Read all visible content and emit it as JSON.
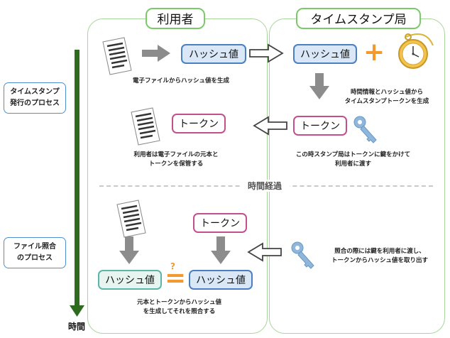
{
  "panels": {
    "user_title": "利用者",
    "tsa_title": "タイムスタンプ局"
  },
  "processes": {
    "issue": "タイムスタンプ\n発行のプロセス",
    "verify": "ファイル照合\nのプロセス"
  },
  "boxes": {
    "hash_user_top": "ハッシュ値",
    "hash_tsa": "ハッシュ値",
    "token_tsa": "トークン",
    "token_user": "トークン",
    "token_verify": "トークン",
    "hash_verify_left": "ハッシュ値",
    "hash_verify_right": "ハッシュ値"
  },
  "captions": {
    "c1": "電子ファイルからハッシュ値を生成",
    "c2": "時間情報とハッシュ値から\nタイムスタンプトークンを生成",
    "c3": "利用者は電子ファイルの元本と\nトークンを保管する",
    "c4": "この時スタンプ局はトークンに鍵をかけて\n利用者に渡す",
    "c5": "照合の際には鍵を利用者に渡し、\nトークンからハッシュ値を取り出す",
    "c6": "元本とトークンからハッシュ値\nを生成してそれを照合する"
  },
  "divider": {
    "label": "時間経過"
  },
  "timeline": {
    "label": "時間"
  },
  "symbols": {
    "plus": "+",
    "equals": "=",
    "question": "?"
  },
  "icons": [
    "document-icon",
    "arrow-right-icon",
    "hollow-arrow-right-icon",
    "hollow-arrow-left-icon",
    "arrow-down-icon",
    "plus-icon",
    "pocket-watch-icon",
    "key-icon",
    "equals-icon",
    "question-icon",
    "timeline-arrow-icon"
  ],
  "colors": {
    "panel_border": "#7bc96a",
    "hash_border": "#4a7fc0",
    "hash_fill": "#d9e7f7",
    "token_border": "#c44f8e",
    "teal_border": "#5cb5a9",
    "timeline": "#2e6b1e",
    "orange": "#f29a2e",
    "key": "#8fb7dc"
  }
}
